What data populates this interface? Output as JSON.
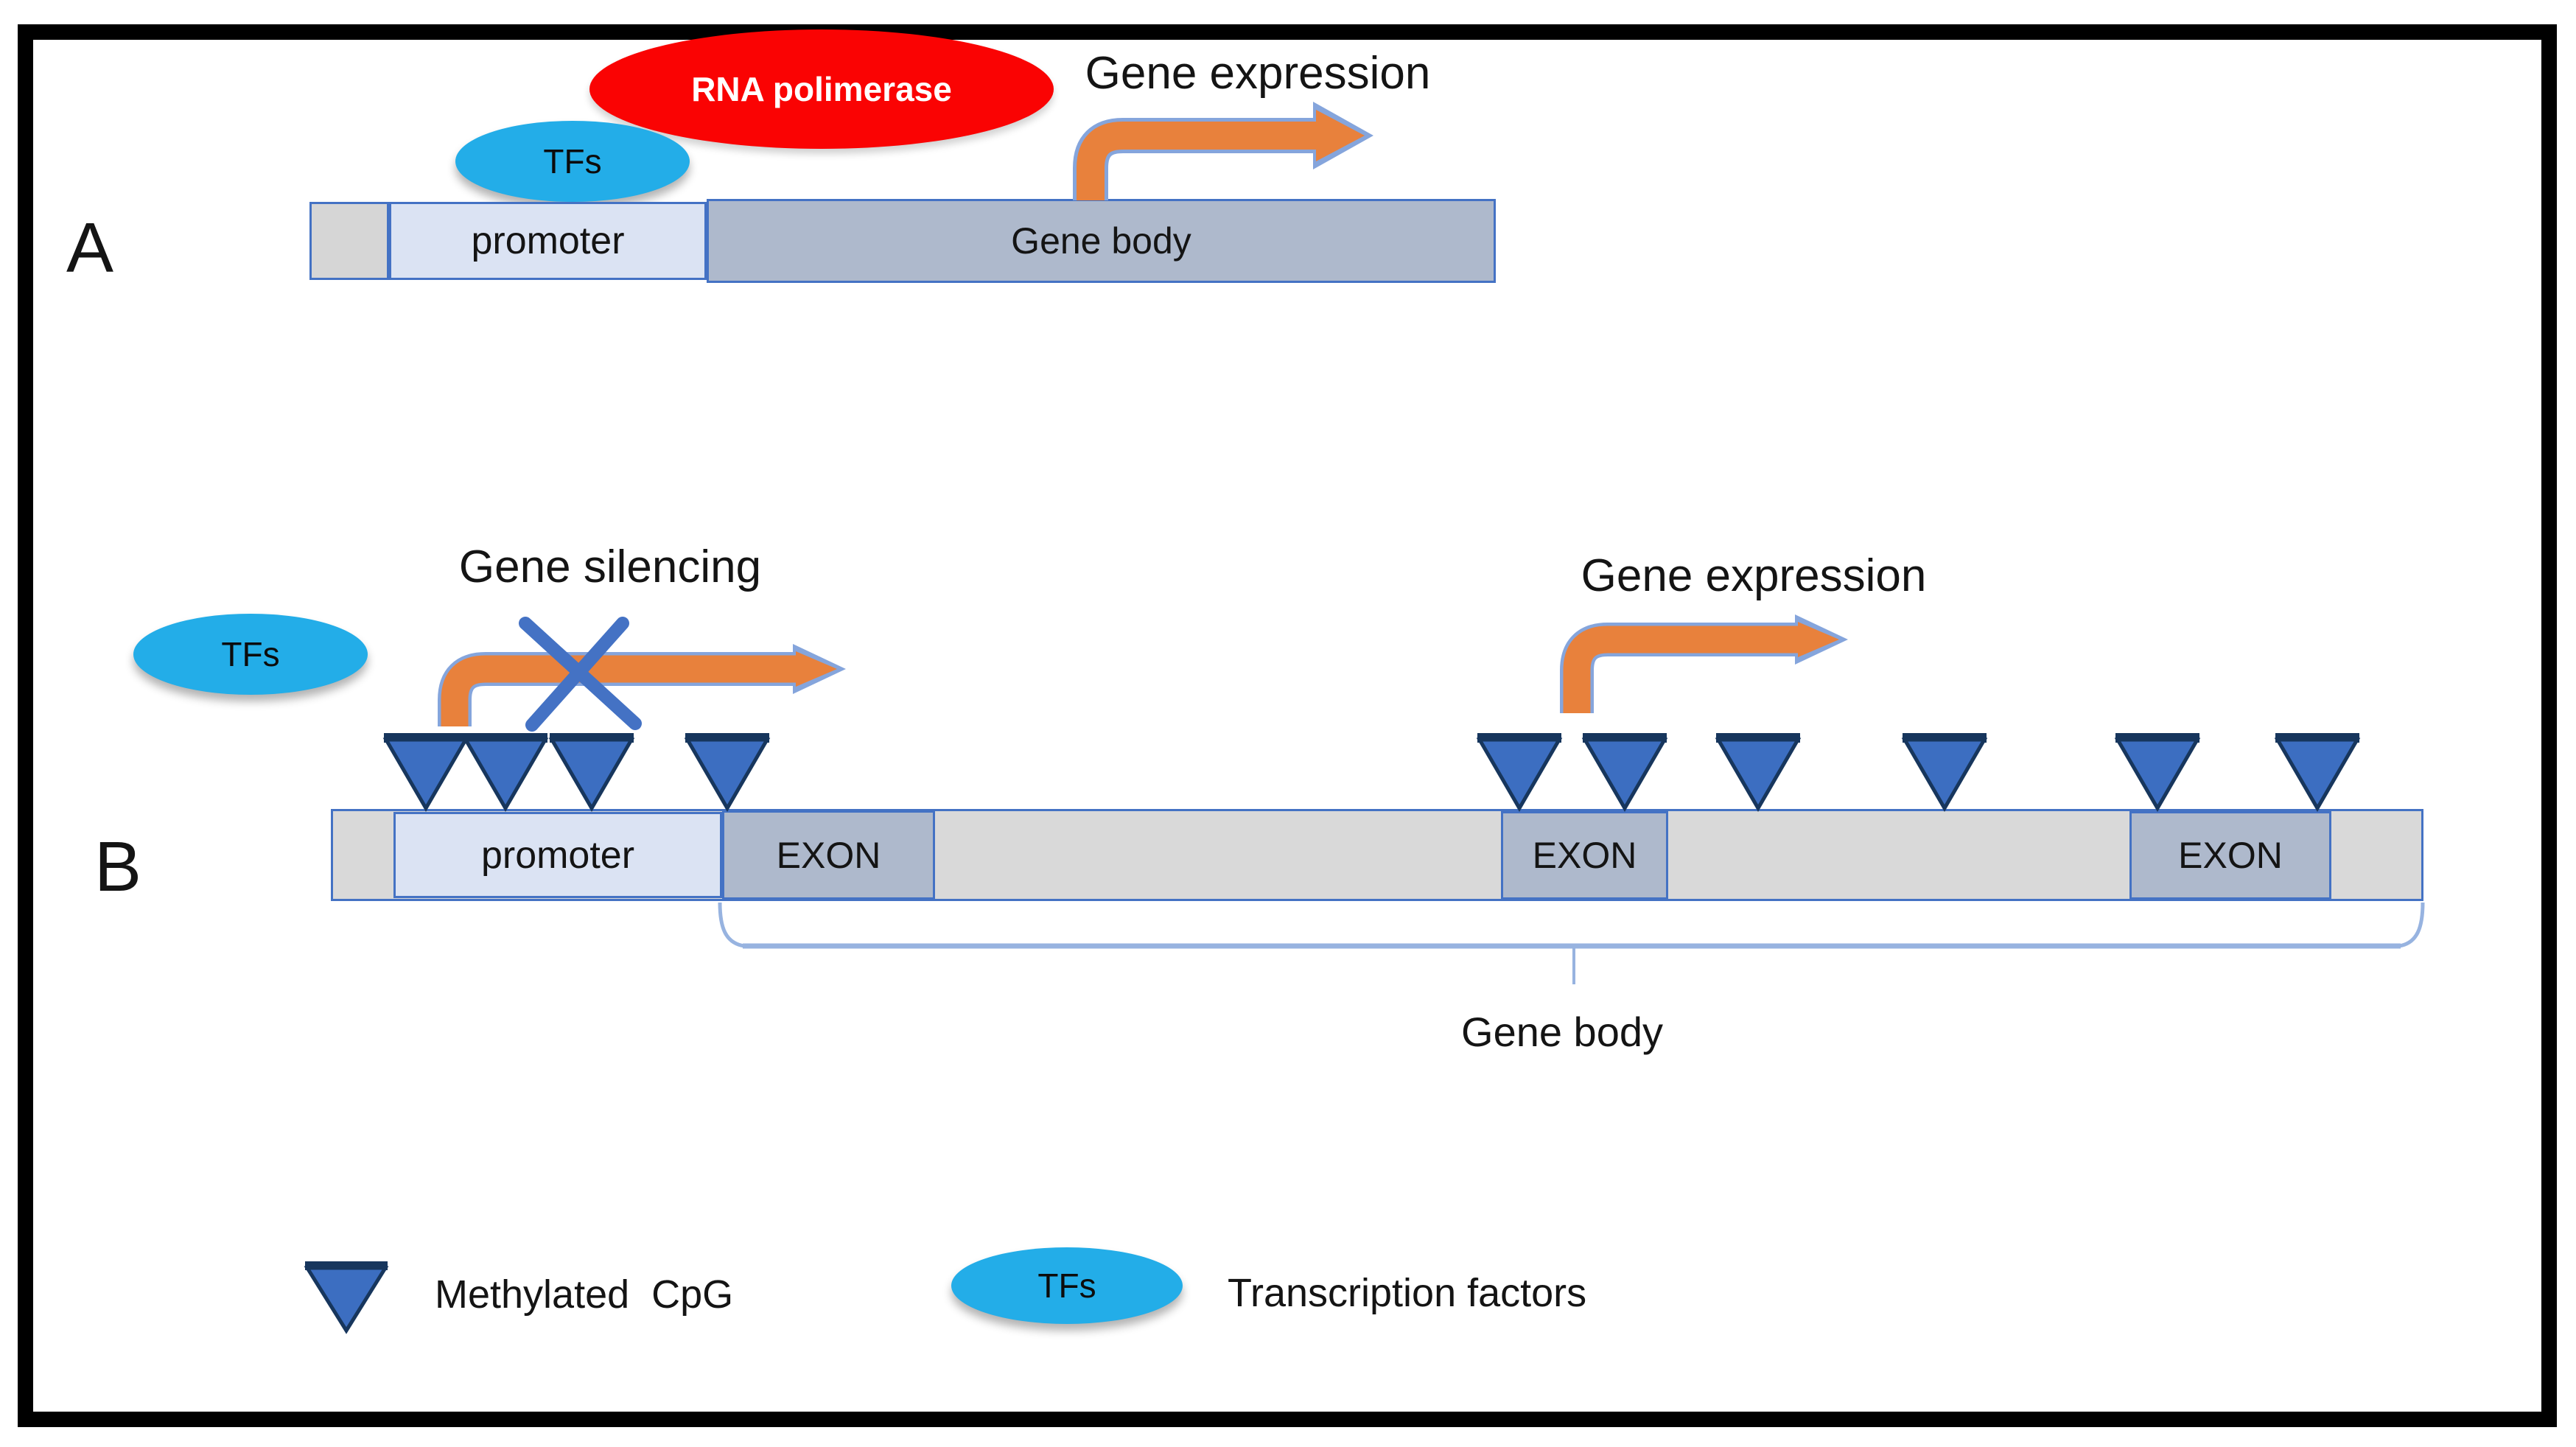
{
  "figure": {
    "panel_a": {
      "label": "A",
      "gene_expression_title": "Gene expression",
      "rna_polymerase_label": "RNA polimerase",
      "tf_label": "TFs",
      "promoter_label": "promoter",
      "gene_body_label": "Gene body"
    },
    "panel_b": {
      "label": "B",
      "gene_silencing_title": "Gene silencing",
      "gene_expression_title": "Gene expression",
      "tf_label": "TFs",
      "promoter_label": "promoter",
      "exon_labels": [
        "EXON",
        "EXON",
        "EXON"
      ],
      "gene_body_label": "Gene body",
      "methylation_marks": {
        "promoter_cluster_count": 4,
        "gene_body_cluster_count": 6,
        "promoter_cluster_x": [
          578,
          686,
          803,
          987
        ],
        "gene_body_cluster_x": [
          2062,
          2205,
          2386,
          2639,
          2928,
          3145
        ]
      }
    },
    "legend": {
      "methylated_cpg_label": "Methylated  CpG",
      "tf_symbol_label": "TFs",
      "transcription_factors_label": "Transcription factors"
    },
    "colors": {
      "red": "#FA0303",
      "cyan": "#23ADE8",
      "orange": "#E8813C",
      "arrow_outline": "#85A5DC",
      "x_blue": "#4472C4",
      "tri_blue": "#3C6EC1",
      "tri_navy": "#17365D",
      "bar_border": "#4472C4",
      "bar_gray": "#D9D9D9",
      "bar_gray_a": "#D6D6D6",
      "promoter": "#DBE3F3",
      "exon": "#AEB9CC",
      "brace": "#97B3E0",
      "ink": "#141414",
      "frame": "#000000"
    }
  }
}
